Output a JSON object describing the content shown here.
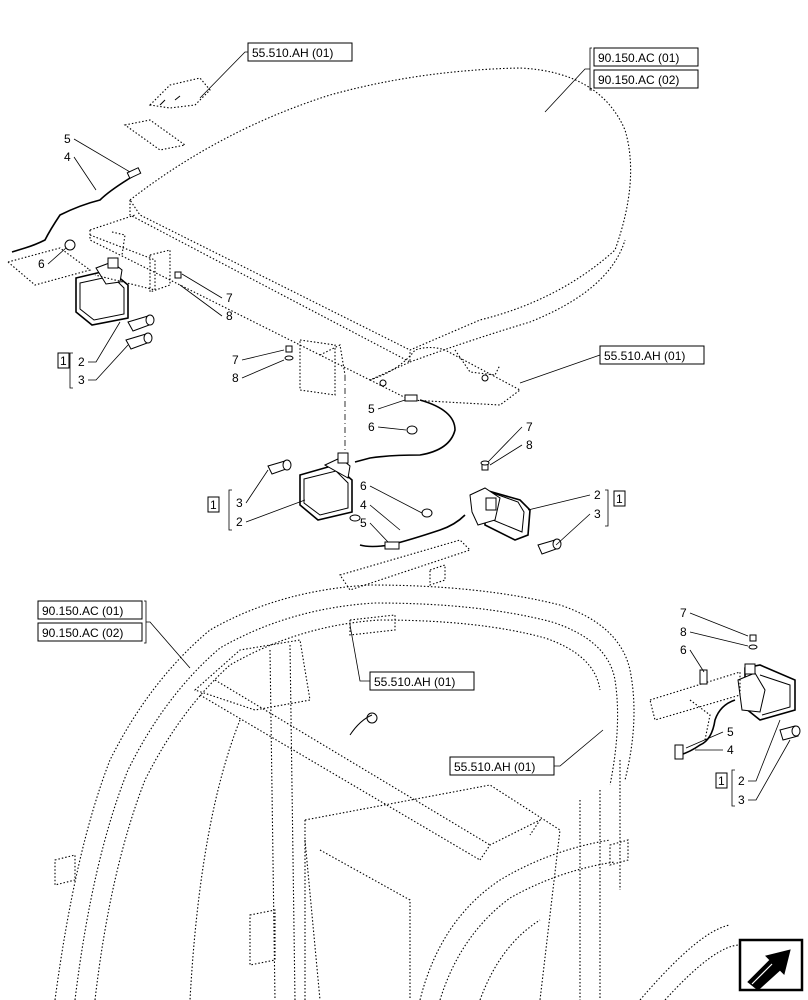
{
  "references": {
    "r1": "55.510.AH (01)",
    "r2": "90.150.AC (01)",
    "r3": "90.150.AC (02)",
    "r4": "55.510.AH (01)",
    "r5": "90.150.AC (01)",
    "r6": "90.150.AC (02)",
    "r7": "55.510.AH (01)",
    "r8": "55.510.AH (01)"
  },
  "callouts": {
    "tl": {
      "c5": "5",
      "c4": "4",
      "c6": "6",
      "c7": "7",
      "c8": "8",
      "kit": "1",
      "c2": "2",
      "c3": "3"
    },
    "mid": {
      "c7": "7",
      "c8": "8",
      "c5": "5",
      "c6": "6",
      "kit": "1",
      "c3": "3",
      "c2": "2"
    },
    "cen": {
      "c6": "6",
      "c4": "4",
      "c5": "5",
      "c7": "7",
      "c8": "8",
      "c2": "2",
      "kit": "1",
      "c3": "3"
    },
    "right": {
      "c7": "7",
      "c8": "8",
      "c6": "6",
      "c5": "5",
      "c4": "4",
      "kit": "1",
      "c2": "2",
      "c3": "3"
    }
  },
  "nav": {
    "icon": "next-page-arrow-icon"
  }
}
